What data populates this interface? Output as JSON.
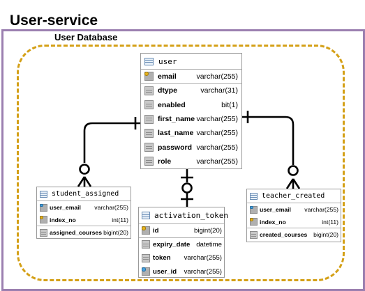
{
  "frame": {
    "title": "User-service"
  },
  "database": {
    "label": "User Database"
  },
  "colors": {
    "frame_border": "#9b7fb0",
    "database_border": "#d4a017",
    "entity_border": "#9a9a9a"
  },
  "entities": {
    "user": {
      "name": "user",
      "fields": [
        {
          "name": "email",
          "type": "varchar(255)",
          "icon": "primary-key-icon"
        },
        {
          "name": "dtype",
          "type": "varchar(31)",
          "icon": "column-icon"
        },
        {
          "name": "enabled",
          "type": "bit(1)",
          "icon": "column-icon"
        },
        {
          "name": "first_name",
          "type": "varchar(255)",
          "icon": "column-icon"
        },
        {
          "name": "last_name",
          "type": "varchar(255)",
          "icon": "column-icon"
        },
        {
          "name": "password",
          "type": "varchar(255)",
          "icon": "column-icon"
        },
        {
          "name": "role",
          "type": "varchar(255)",
          "icon": "column-icon"
        }
      ]
    },
    "student_assigned": {
      "name": "student_assigned",
      "fields": [
        {
          "name": "user_email",
          "type": "varchar(255)",
          "icon": "primary-foreign-key-icon"
        },
        {
          "name": "index_no",
          "type": "int(11)",
          "icon": "primary-key-icon"
        },
        {
          "name": "assigned_courses",
          "type": "bigint(20)",
          "icon": "column-icon"
        }
      ]
    },
    "activation_token": {
      "name": "activation_token",
      "fields": [
        {
          "name": "id",
          "type": "bigint(20)",
          "icon": "primary-key-icon"
        },
        {
          "name": "expiry_date",
          "type": "datetime",
          "icon": "column-icon"
        },
        {
          "name": "token",
          "type": "varchar(255)",
          "icon": "column-icon"
        },
        {
          "name": "user_id",
          "type": "varchar(255)",
          "icon": "foreign-key-icon"
        }
      ]
    },
    "teacher_created": {
      "name": "teacher_created",
      "fields": [
        {
          "name": "user_email",
          "type": "varchar(255)",
          "icon": "primary-foreign-key-icon"
        },
        {
          "name": "index_no",
          "type": "int(11)",
          "icon": "primary-key-icon"
        },
        {
          "name": "created_courses",
          "type": "bigint(20)",
          "icon": "column-icon"
        }
      ]
    }
  },
  "relationships": [
    {
      "from": "user",
      "to": "student_assigned",
      "from_cardinality": "one",
      "to_cardinality": "zero-or-many"
    },
    {
      "from": "user",
      "to": "activation_token",
      "from_cardinality": "one",
      "to_cardinality": "zero-or-one"
    },
    {
      "from": "user",
      "to": "teacher_created",
      "from_cardinality": "one",
      "to_cardinality": "zero-or-many"
    }
  ]
}
